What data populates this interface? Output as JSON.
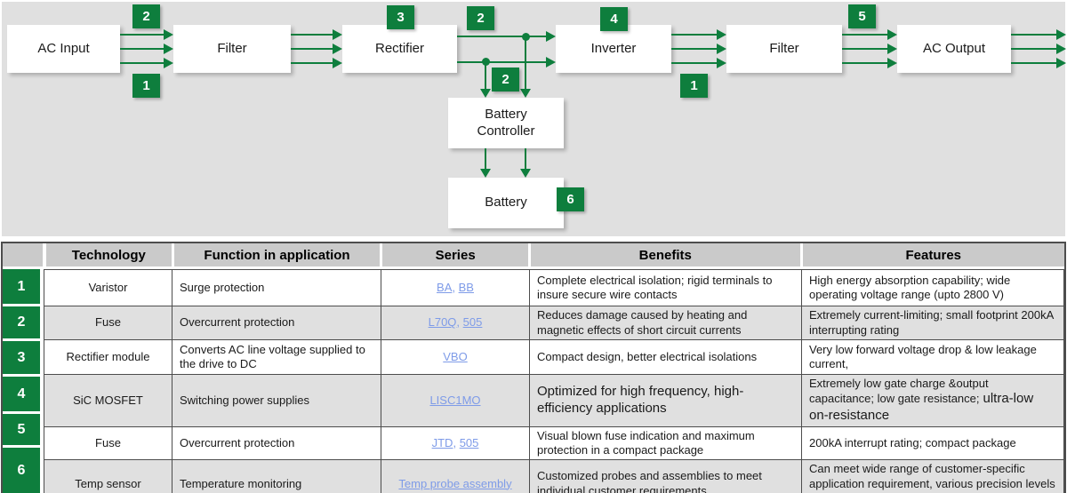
{
  "colors": {
    "green": "#0e7e3d",
    "bg_gray": "#e0e0e0",
    "header_gray": "#cacaca",
    "row_alt": "#e0e0e0",
    "border": "#4d4d4d",
    "link_blue": "#7e9be8"
  },
  "diagram": {
    "blocks": [
      {
        "label": "AC Input"
      },
      {
        "label": "Filter"
      },
      {
        "label": "Rectifier"
      },
      {
        "label": "Inverter"
      },
      {
        "label": "Filter"
      },
      {
        "label": "AC Output"
      },
      {
        "label": "Battery Controller"
      },
      {
        "label": "Battery"
      }
    ],
    "badges": [
      {
        "number": "2"
      },
      {
        "number": "1"
      },
      {
        "number": "3"
      },
      {
        "number": "2"
      },
      {
        "number": "4"
      },
      {
        "number": "2"
      },
      {
        "number": "1"
      },
      {
        "number": "5"
      },
      {
        "number": "6"
      }
    ]
  },
  "table": {
    "headers": {
      "technology": "Technology",
      "function": "Function in application",
      "series": "Series",
      "benefits": "Benefits",
      "features": "Features"
    },
    "series_separator": ",",
    "rows": [
      {
        "num": "1",
        "technology": "Varistor",
        "function": "Surge protection",
        "series": [
          "BA",
          "BB"
        ],
        "benefits": "Complete electrical isolation; rigid terminals to insure secure wire contacts",
        "features": "High energy absorption capability; wide operating voltage range (upto 2800 V)"
      },
      {
        "num": "2",
        "technology": "Fuse",
        "function": "Overcurrent protection",
        "series": [
          "L70Q",
          "505"
        ],
        "benefits": "Reduces damage caused by heating and magnetic effects of short circuit currents",
        "features": "Extremely current-limiting; small footprint 200kA interrupting rating"
      },
      {
        "num": "3",
        "technology": "Rectifier module",
        "function": "Converts AC line voltage supplied to the drive to DC",
        "series": [
          "VBO"
        ],
        "benefits": "Compact design, better electrical isolations",
        "features": "Very low forward voltage drop & low leakage current,"
      },
      {
        "num": "4",
        "technology": "SiC MOSFET",
        "function": "Switching power supplies",
        "series": [
          "LISC1MO"
        ],
        "benefits": "Optimized for high frequency, high-efficiency applications",
        "features": "Extremely low gate charge &output capacitance; low gate resistance;",
        "features_large": "ultra-low on-resistance"
      },
      {
        "num": "5",
        "technology": "Fuse",
        "function": "Overcurrent protection",
        "series": [
          "JTD",
          "505"
        ],
        "benefits": "Visual blown fuse indication and maximum protection in a compact package",
        "features": "200kA  interrupt rating; compact package"
      },
      {
        "num": "6",
        "technology": "Temp sensor",
        "function": "Temperature monitoring",
        "series": [
          "Temp probe assembly"
        ],
        "benefits": "Customized probes and assemblies to meet individual customer requirements",
        "features": "Can meet wide range of customer-specific application requirement, various precision levels available"
      }
    ]
  }
}
